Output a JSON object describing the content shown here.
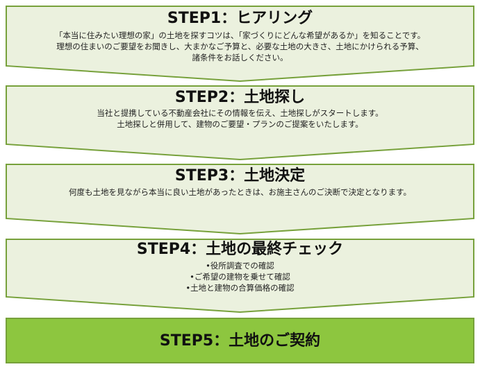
{
  "colors": {
    "light_fill": "#EBF1DE",
    "border": "#77A13B",
    "final_fill": "#8DC63F"
  },
  "steps": [
    {
      "title": "STEP1：ヒアリング",
      "lines": [
        "「本当に住みたい理想の家」の土地を探すコツは、「家づくりにどんな希望があるか」を知ることです。",
        "理想の住まいのご要望をお聞きし、大まかなご予算と、必要な土地の大きさ、土地にかけられる予算、",
        "諸条件をお話しください。"
      ]
    },
    {
      "title": "STEP2：土地探し",
      "lines": [
        "当社と提携している不動産会社にその情報を伝え、土地探しがスタートします。",
        "土地探しと併用して、建物のご要望・プランのご提案をいたします。"
      ]
    },
    {
      "title": "STEP3：土地決定",
      "lines": [
        "何度も土地を見ながら本当に良い土地があったときは、お施主さんのご決断で決定となります。"
      ]
    },
    {
      "title": "STEP4：土地の最終チェック",
      "lines": [
        "•役所調査での確認",
        "•ご希望の建物を乗せて確認",
        "•土地と建物の合算価格の確認"
      ]
    },
    {
      "title": "STEP5：土地のご契約",
      "lines": []
    }
  ]
}
